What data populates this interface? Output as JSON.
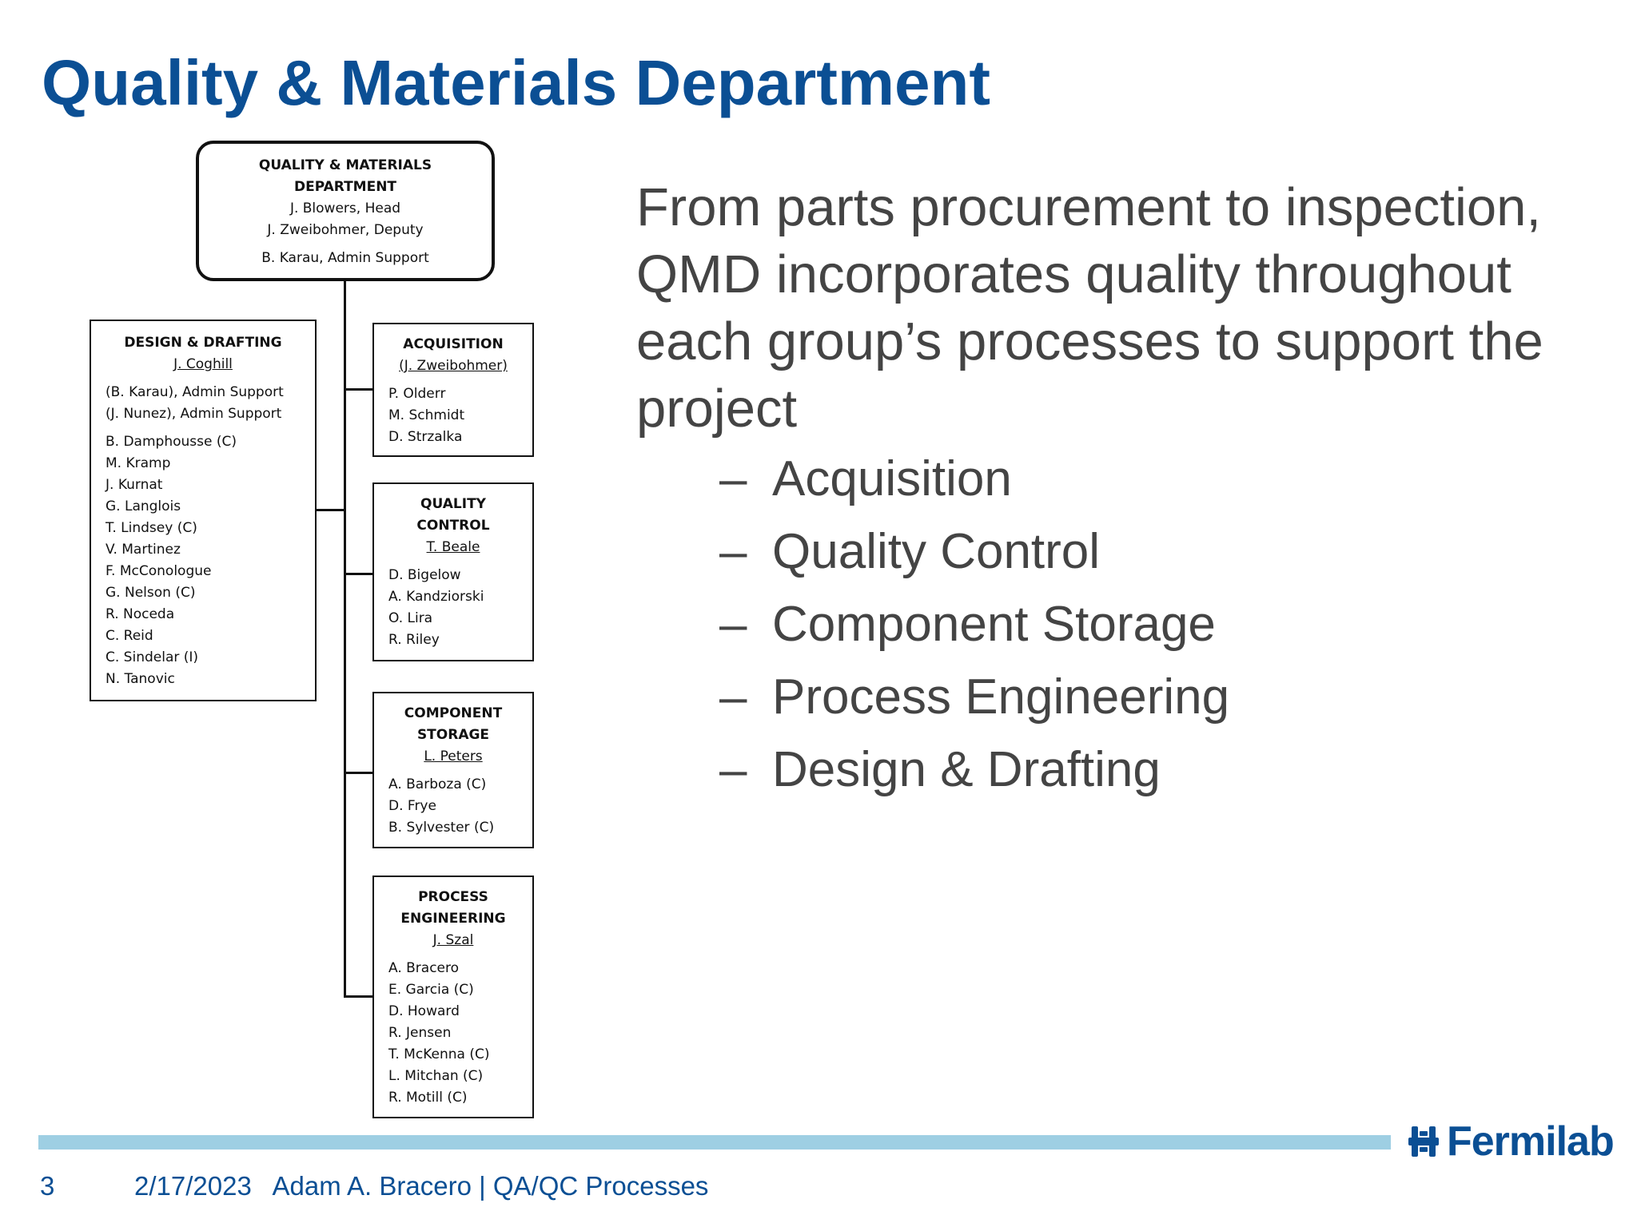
{
  "title": "Quality & Materials Department",
  "org_chart": {
    "top": {
      "name_line1": "QUALITY & MATERIALS",
      "name_line2": "DEPARTMENT",
      "head": "J. Blowers, Head",
      "deputy": "J. Zweibohmer, Deputy",
      "admin": "B. Karau, Admin Support"
    },
    "design_drafting": {
      "name": "DESIGN & DRAFTING",
      "lead": "J. Coghill",
      "support": [
        "(B. Karau), Admin Support",
        "(J. Nunez), Admin Support"
      ],
      "members": [
        "B. Damphousse (C)",
        "M. Kramp",
        "J. Kurnat",
        "G. Langlois",
        "T. Lindsey (C)",
        "V. Martinez",
        "F. McConologue",
        "G. Nelson (C)",
        "R. Noceda",
        "C. Reid",
        "C. Sindelar (I)",
        "N. Tanovic"
      ]
    },
    "acquisition": {
      "name": "ACQUISITION",
      "lead": "(J. Zweibohmer)",
      "members": [
        "P. Olderr",
        "M. Schmidt",
        "D. Strzalka"
      ]
    },
    "quality_control": {
      "name_line1": "QUALITY",
      "name_line2": "CONTROL",
      "lead": "T. Beale",
      "members": [
        "D. Bigelow",
        "A. Kandziorski",
        "O. Lira",
        "R. Riley"
      ]
    },
    "component_storage": {
      "name_line1": "COMPONENT",
      "name_line2": "STORAGE",
      "lead": "L. Peters",
      "members": [
        "A. Barboza (C)",
        "D. Frye",
        "B. Sylvester (C)"
      ]
    },
    "process_engineering": {
      "name_line1": "PROCESS",
      "name_line2": "ENGINEERING",
      "lead": "J. Szal",
      "members": [
        "A. Bracero",
        "E. Garcia (C)",
        "D. Howard",
        "R. Jensen",
        "T. McKenna (C)",
        "L. Mitchan (C)",
        "R. Motill (C)"
      ]
    }
  },
  "intro": "From parts procurement to inspection, QMD incorporates quality throughout each group’s processes to support the project",
  "bullets": [
    "Acquisition",
    "Quality Control",
    "Component Storage",
    "Process Engineering",
    "Design & Drafting"
  ],
  "footer": {
    "page": "3",
    "text": "2/17/2023   Adam A. Bracero | QA/QC Processes",
    "logo": "Fermilab",
    "logo_icon": "fermilab-logo-icon",
    "bar_color": "#9ecfe3",
    "brand_color": "#0b4f94"
  }
}
